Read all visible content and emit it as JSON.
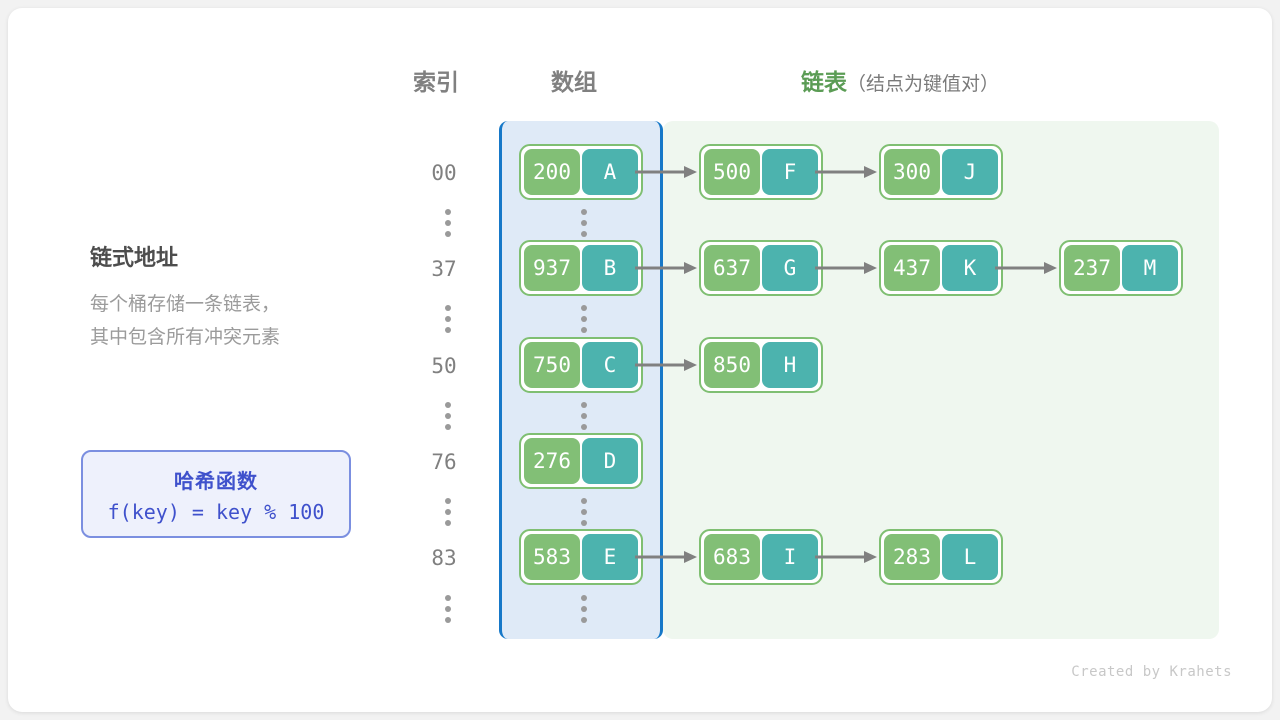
{
  "headers": {
    "index": "索引",
    "array": "数组",
    "list_main": "链表",
    "list_sub": "（结点为键值对）"
  },
  "left_panel": {
    "title": "链式地址",
    "description": "每个桶存储一条链表，\n其中包含所有冲突元素"
  },
  "hash_box": {
    "title": "哈希函数",
    "formula": "f(key) = key % 100"
  },
  "footer": "Created by Krahets",
  "colors": {
    "key_fill": "#82bf76",
    "value_fill": "#4cb3ae",
    "node_border": "#7fbf72",
    "array_panel_bg": "#dfeaf7",
    "array_panel_border": "#1678c8",
    "list_panel_bg": "#eff7ef",
    "hash_accent": "#3f51cc",
    "list_header": "#5b9c55",
    "arrow": "#808080"
  },
  "buckets": [
    {
      "index": "00",
      "nodes": [
        {
          "key": "200",
          "value": "A"
        },
        {
          "key": "500",
          "value": "F"
        },
        {
          "key": "300",
          "value": "J"
        }
      ]
    },
    {
      "index": "37",
      "nodes": [
        {
          "key": "937",
          "value": "B"
        },
        {
          "key": "637",
          "value": "G"
        },
        {
          "key": "437",
          "value": "K"
        },
        {
          "key": "237",
          "value": "M"
        }
      ]
    },
    {
      "index": "50",
      "nodes": [
        {
          "key": "750",
          "value": "C"
        },
        {
          "key": "850",
          "value": "H"
        }
      ]
    },
    {
      "index": "76",
      "nodes": [
        {
          "key": "276",
          "value": "D"
        }
      ]
    },
    {
      "index": "83",
      "nodes": [
        {
          "key": "583",
          "value": "E"
        },
        {
          "key": "683",
          "value": "I"
        },
        {
          "key": "283",
          "value": "L"
        }
      ]
    }
  ],
  "ellipsis_rows": 5
}
